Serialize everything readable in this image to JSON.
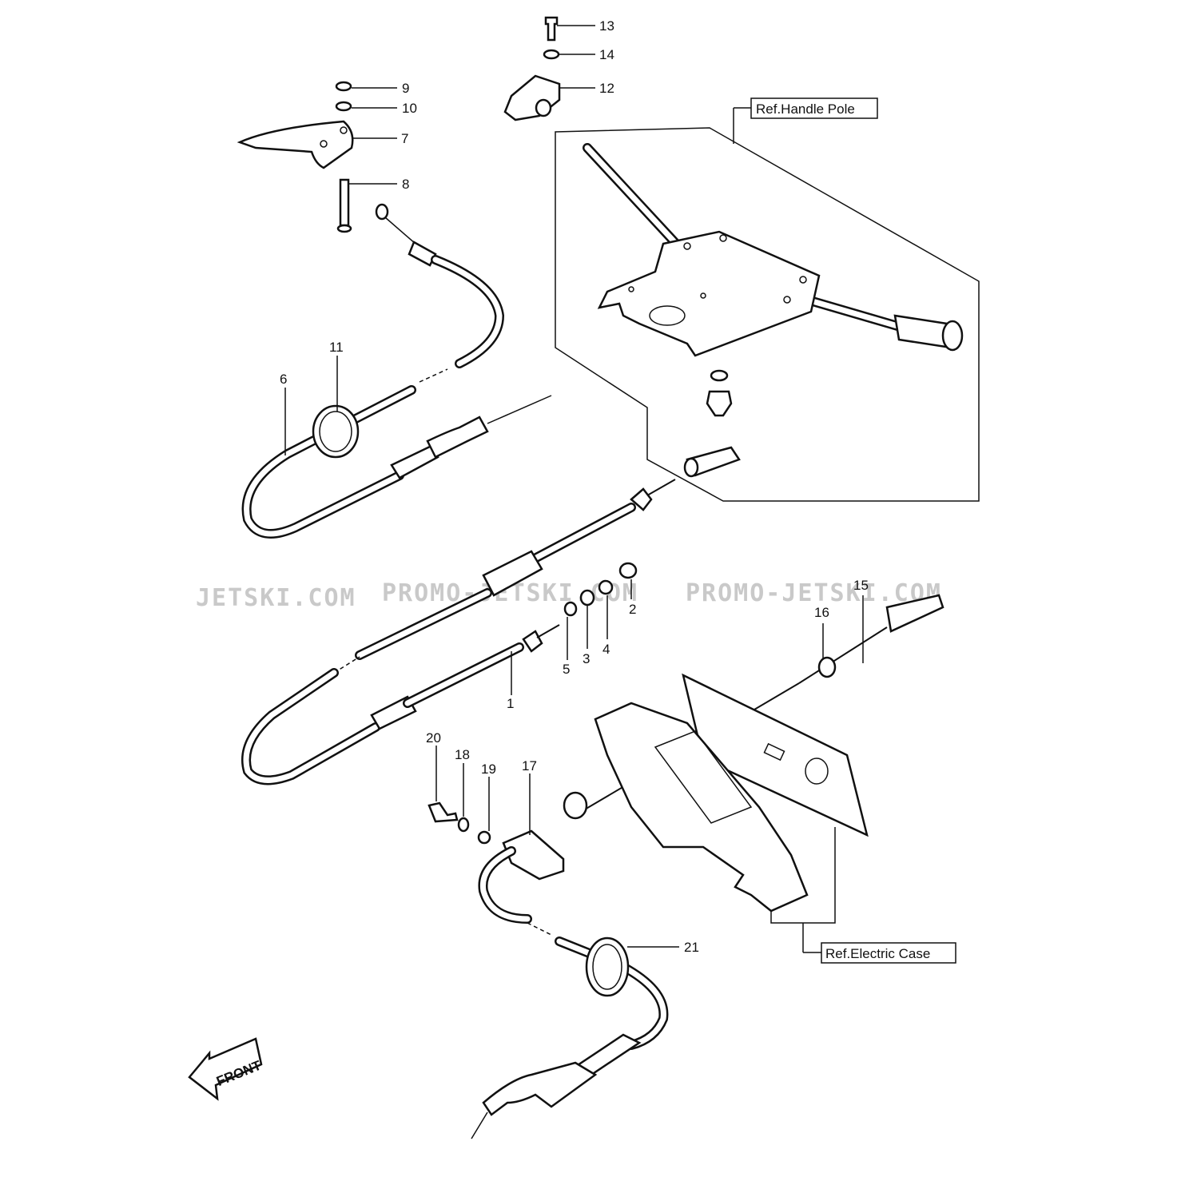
{
  "callouts": [
    {
      "num": "1"
    },
    {
      "num": "2"
    },
    {
      "num": "3"
    },
    {
      "num": "4"
    },
    {
      "num": "5"
    },
    {
      "num": "6"
    },
    {
      "num": "7"
    },
    {
      "num": "8"
    },
    {
      "num": "9"
    },
    {
      "num": "10"
    },
    {
      "num": "11"
    },
    {
      "num": "12"
    },
    {
      "num": "13"
    },
    {
      "num": "14"
    },
    {
      "num": "15"
    },
    {
      "num": "16"
    },
    {
      "num": "17"
    },
    {
      "num": "18"
    },
    {
      "num": "19"
    },
    {
      "num": "20"
    },
    {
      "num": "21"
    }
  ],
  "references": {
    "handle_pole": "Ref.Handle Pole",
    "electric_case": "Ref.Electric Case"
  },
  "watermarks": [
    "JETSKI.COM",
    "PROMO-JETSKI.COM",
    "PROMO-JETSKI.COM"
  ],
  "front_arrow_label": "FRONT"
}
